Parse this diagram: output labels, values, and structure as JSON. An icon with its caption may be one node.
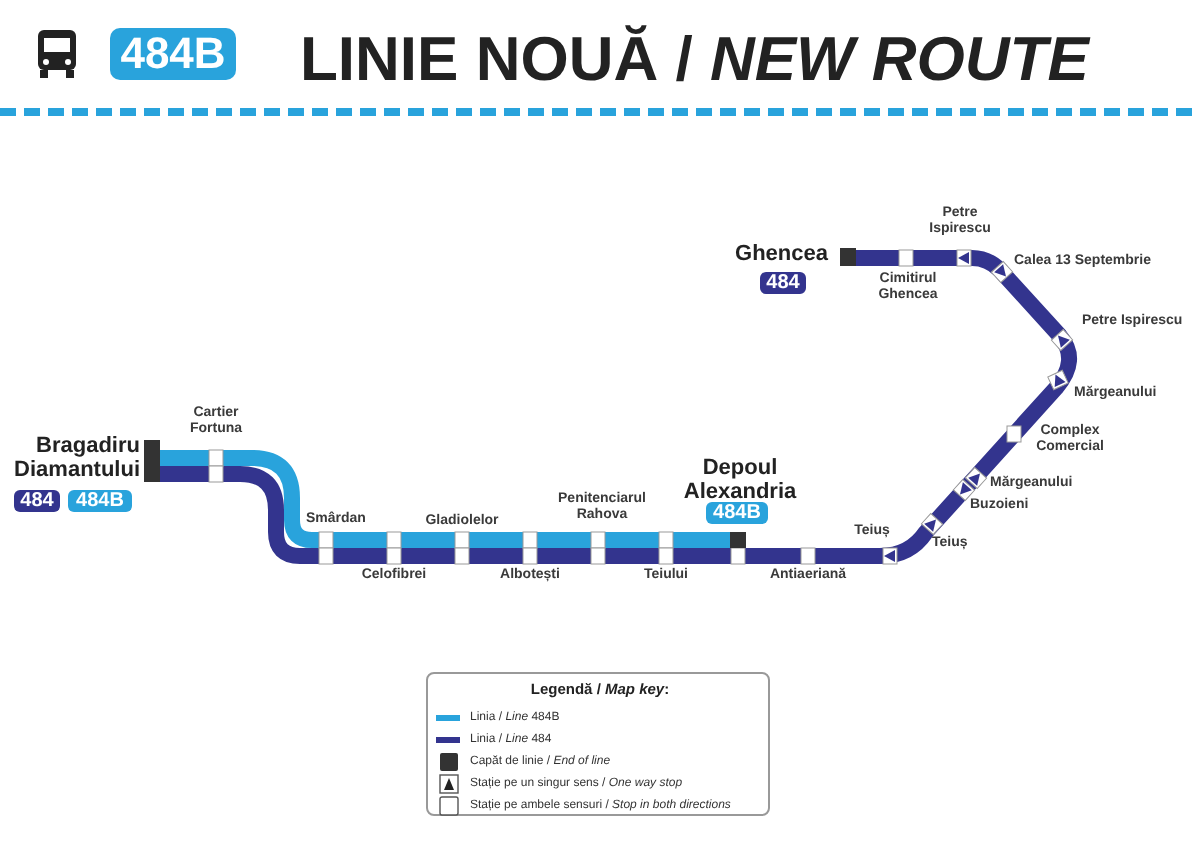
{
  "diagram": {
    "title": "LINIE NOUĂ / *NEW ROUTE*",
    "labels": [
      "484B",
      "Bragadiru Diamantului",
      "484",
      "484B",
      "Cartier Fortuna",
      "Smârdan",
      "Celofibrei",
      "Gladiolelor",
      "Albotești",
      "Penitenciarul Rahova",
      "Teiului",
      "Depoul Alexandria",
      "484B",
      "Antiaeriană",
      "Teiuș",
      "Teiuș",
      "Buzoieni",
      "Mărgeanului",
      "Complex Comercial",
      "Mărgeanului",
      "Petre Ispirescu",
      "Calea 13 Septembrie",
      "Petre Ispirescu",
      "Cimitirul Ghencea",
      "Ghencea",
      "484",
      "Legendă / *Map key*:"
    ],
    "legend": [
      {
        "text": "Linia / *Line* 484B",
        "color": "#29a3dc"
      },
      {
        "text": "Linia / *Line* 484",
        "color": "#33348e"
      },
      {
        "text": "Capăt de linie / *End of line*",
        "color": "#333333"
      },
      {
        "text": "Stație pe un singur sens / *One way stop*"
      },
      {
        "text": "Stație pe ambele sensuri / *Stop in both directions*"
      }
    ]
  }
}
